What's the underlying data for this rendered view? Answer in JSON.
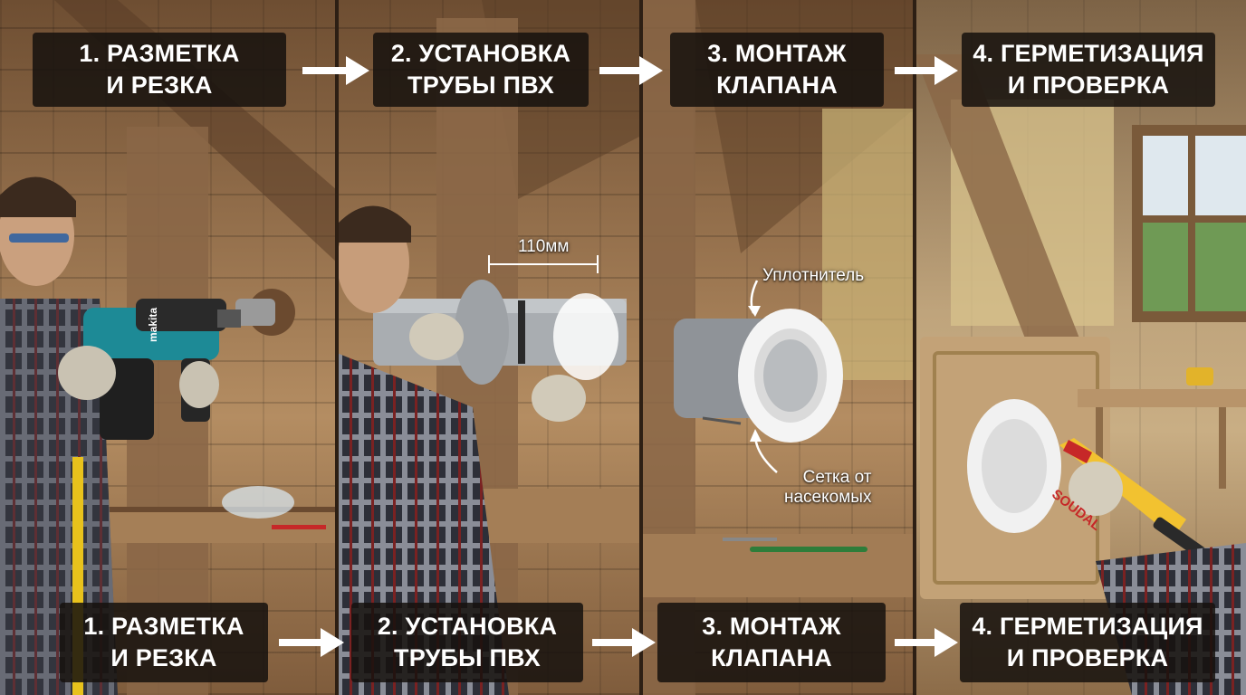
{
  "steps": [
    {
      "line1": "1. РАЗМЕТКА",
      "line2": "И РЕЗКА"
    },
    {
      "line1": "2. УСТАНОВКА",
      "line2": "ТРУБЫ ПВХ"
    },
    {
      "line1": "3. МОНТАЖ",
      "line2": "КЛАПАНА"
    },
    {
      "line1": "4. ГЕРМЕТИЗАЦИЯ",
      "line2": "И ПРОВЕРКА"
    }
  ],
  "callouts": {
    "pipe_diameter": "110мм",
    "seal": "Уплотнитель",
    "insect_mesh": "Сетка от насекомых",
    "insect_mesh_line1": "Сетка от",
    "insect_mesh_line2": "насекомых"
  },
  "brands": {
    "drill": "makita",
    "sealant": "SOUDAL"
  },
  "icons": [
    "arrow-right-icon",
    "drill-icon",
    "pipe-icon",
    "vent-valve-icon",
    "sealant-gun-icon",
    "window-icon"
  ],
  "colors": {
    "caption_bg": "#16120e",
    "caption_text": "#ffffff",
    "arrow": "#ffffff",
    "wood": "#9a7550",
    "drill_teal": "#1d8a96",
    "pvc_grey": "#a9adb1",
    "sealant_yellow": "#f2c230"
  }
}
